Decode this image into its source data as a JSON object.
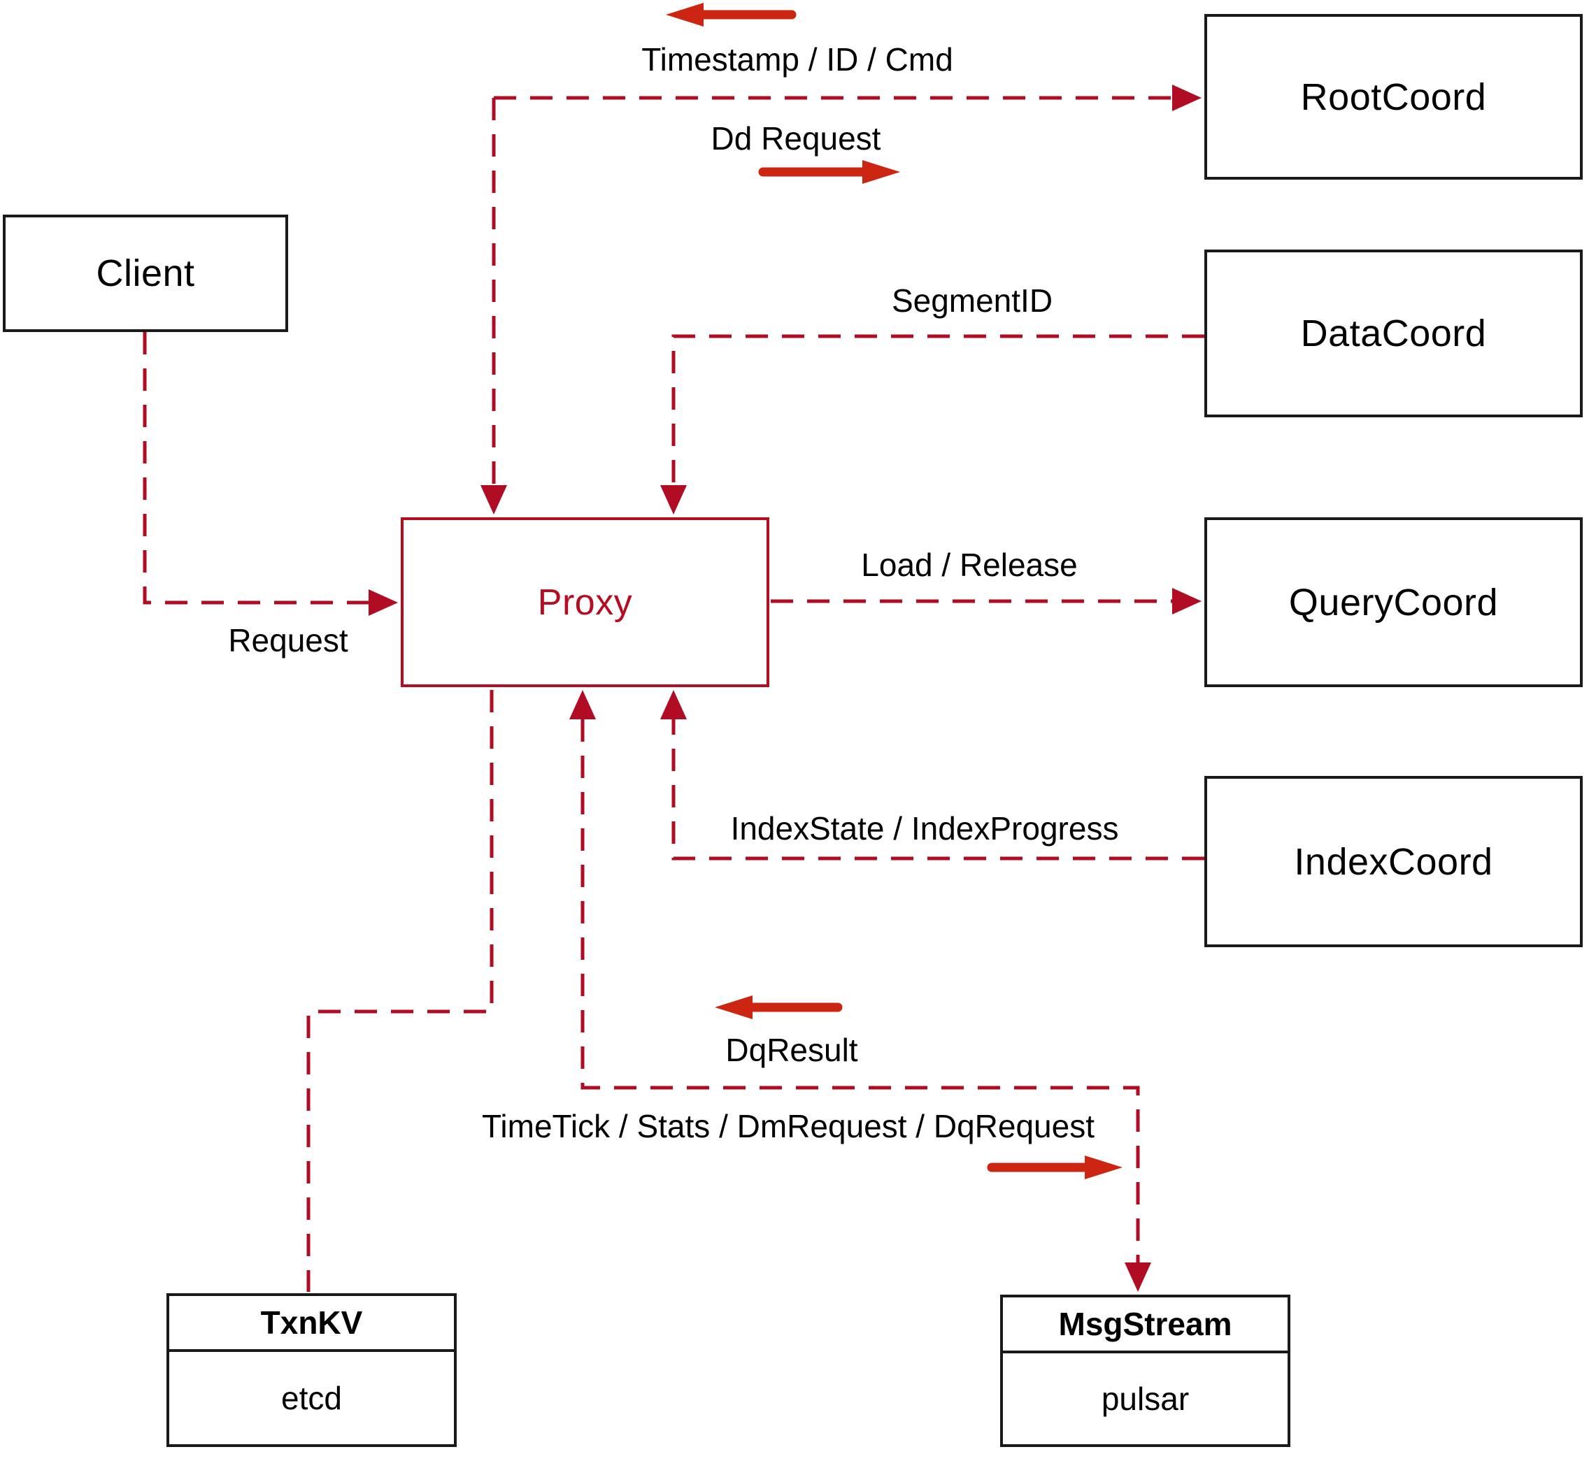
{
  "diagram": {
    "title_hint": "Proxy interaction architecture diagram",
    "nodes": {
      "client": {
        "label": "Client"
      },
      "proxy": {
        "label": "Proxy"
      },
      "root_coord": {
        "label": "RootCoord"
      },
      "data_coord": {
        "label": "DataCoord"
      },
      "query_coord": {
        "label": "QueryCoord"
      },
      "index_coord": {
        "label": "IndexCoord"
      },
      "txn_kv": {
        "title": "TxnKV",
        "impl": "etcd"
      },
      "msg_stream": {
        "title": "MsgStream",
        "impl": "pulsar"
      }
    },
    "edges": {
      "timestamp": {
        "label": "Timestamp / ID / Cmd",
        "direction": "RootCoord to Proxy"
      },
      "dd_request": {
        "label": "Dd Request",
        "direction": "Proxy to RootCoord"
      },
      "segment_id": {
        "label": "SegmentID",
        "direction": "DataCoord to Proxy"
      },
      "request": {
        "label": "Request",
        "direction": "Client to Proxy"
      },
      "load_release": {
        "label": "Load / Release",
        "direction": "Proxy to QueryCoord"
      },
      "index_state": {
        "label": "IndexState / IndexProgress",
        "direction": "IndexCoord to Proxy"
      },
      "dq_result": {
        "label": "DqResult",
        "direction": "MsgStream to Proxy"
      },
      "time_tick": {
        "label": "TimeTick / Stats / DmRequest / DqRequest",
        "direction": "Proxy to MsgStream"
      },
      "proxy_txnkv": {
        "label": "",
        "direction": "Proxy to TxnKV"
      }
    },
    "colors": {
      "dashed_line": "#b00d24",
      "solid_arrow": "#cc2512",
      "proxy_accent": "#b50d22",
      "node_border": "#1a1a1a",
      "label_text": "#000000",
      "background": "#ffffff"
    }
  }
}
